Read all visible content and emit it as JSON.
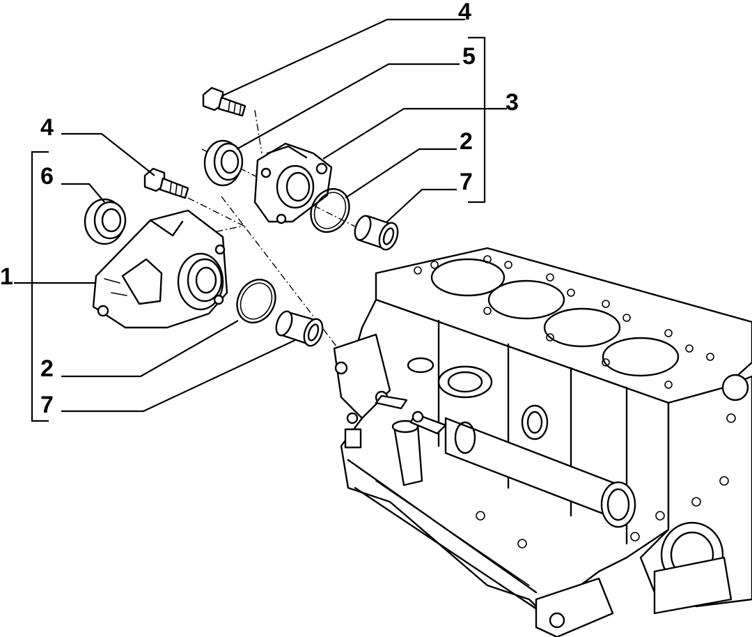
{
  "callouts": [
    {
      "id": "c1",
      "label": "1"
    },
    {
      "id": "c2a",
      "label": "2"
    },
    {
      "id": "c2b",
      "label": "2"
    },
    {
      "id": "c3",
      "label": "3"
    },
    {
      "id": "c4a",
      "label": "4"
    },
    {
      "id": "c4b",
      "label": "4"
    },
    {
      "id": "c5",
      "label": "5"
    },
    {
      "id": "c6",
      "label": "6"
    },
    {
      "id": "c7a",
      "label": "7"
    },
    {
      "id": "c7b",
      "label": "7"
    }
  ]
}
